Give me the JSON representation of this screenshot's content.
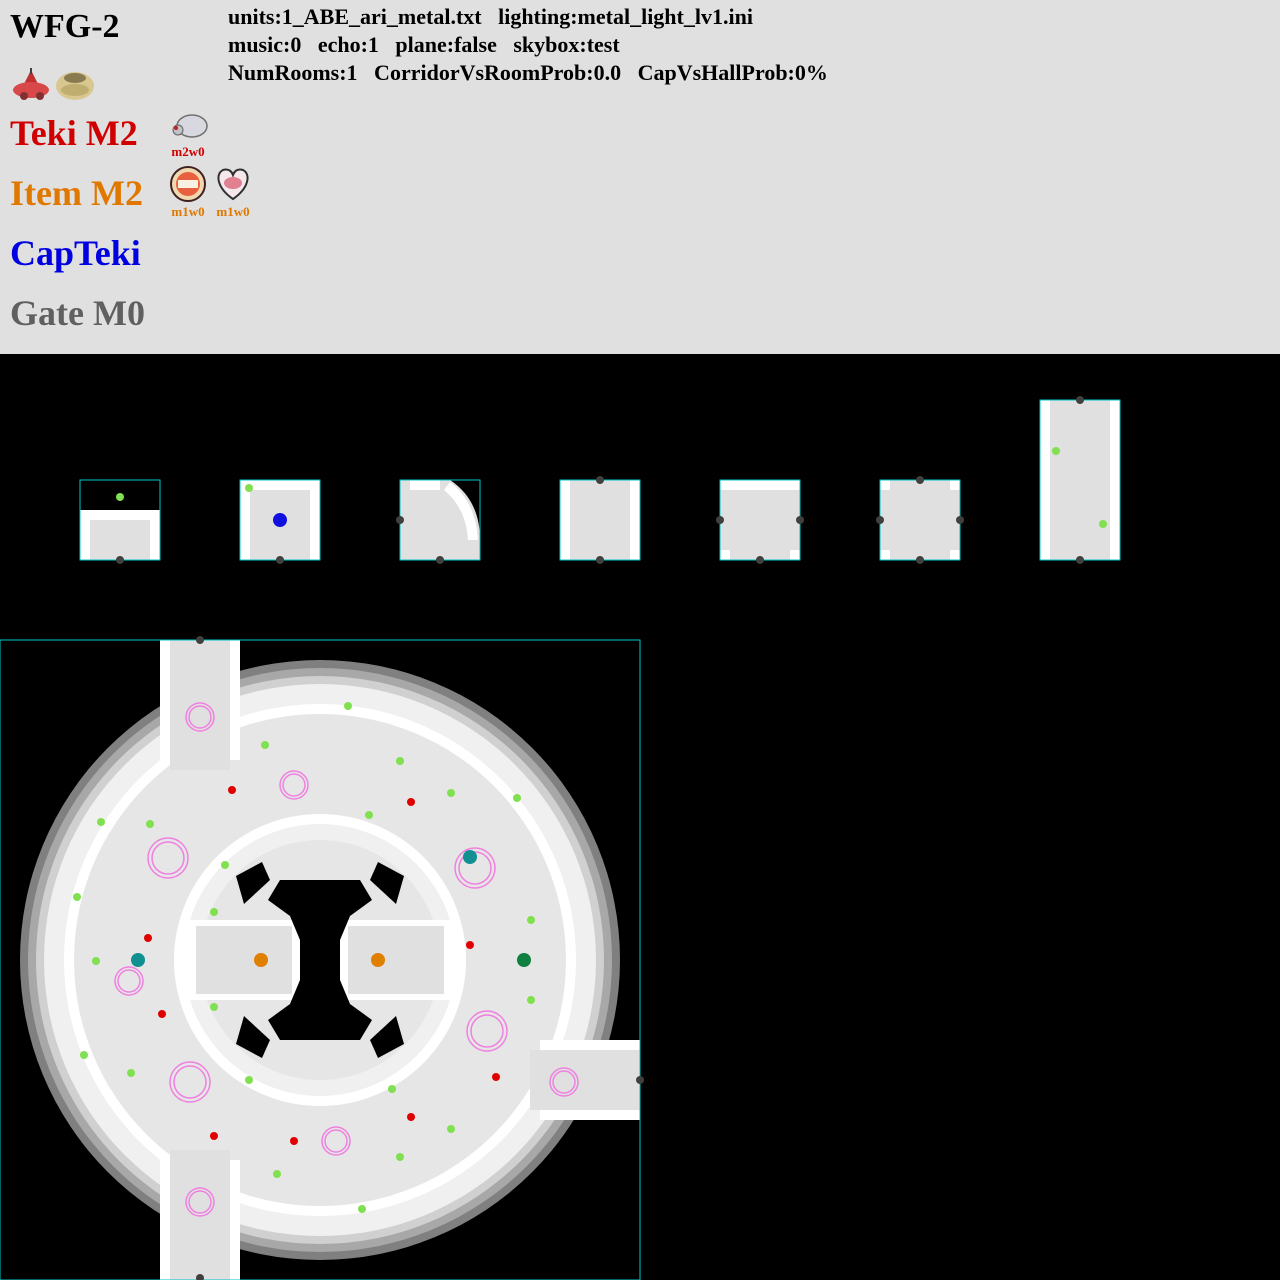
{
  "header": {
    "title": "WFG-2",
    "info_line1": "units:1_ABE_ari_metal.txt   lighting:metal_light_lv1.ini",
    "info_line2": "music:0   echo:1   plane:false   skybox:test",
    "info_line3": "NumRooms:1   CorridorVsRoomProb:0.0   CapVsHallProb:0%",
    "teki_label": "Teki M2",
    "item_label": "Item M2",
    "capteki_label": "CapTeki",
    "gate_label": "Gate M0",
    "teki_entries": [
      {
        "icon": "bulborb-larva-icon",
        "code": "m2w0"
      }
    ],
    "item_entries": [
      {
        "icon": "treasure-can-icon",
        "code": "m1w0"
      },
      {
        "icon": "treasure-meat-icon",
        "code": "m1w0"
      }
    ],
    "header_icons": [
      "onion-ship-icon",
      "treasure-pot-icon"
    ]
  },
  "colors": {
    "teki": "#d00000",
    "item": "#e07800",
    "capteki": "#0000e0",
    "gate": "#606060",
    "header_bg": "#e0e0e0",
    "unit_outline": "#00c8c8",
    "floor": "#e0e0e0",
    "wall": "#ffffff",
    "door": "#404040",
    "spawn_green": "#80e050",
    "spawn_red": "#e00000",
    "spawn_orange": "#e08000",
    "spawn_blue": "#1010e0",
    "spawn_teal": "#109090",
    "spawn_darkgreen": "#108040",
    "ring": "#f080e0"
  }
}
